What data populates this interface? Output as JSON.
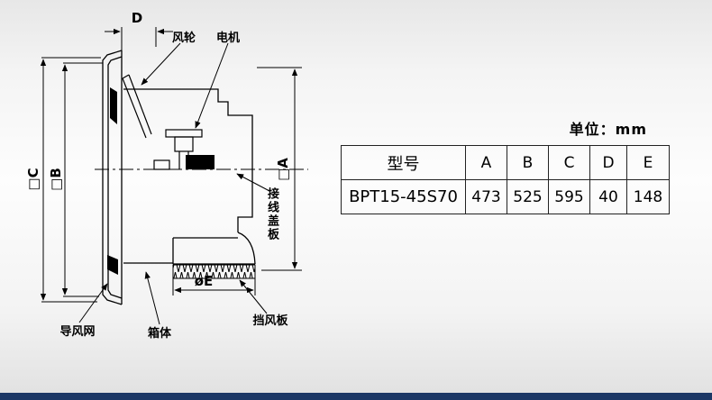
{
  "unit_label": "单位：mm",
  "diagram": {
    "dims": {
      "d": "D",
      "c": "□C",
      "b": "□B",
      "a": "□A",
      "e": "øE"
    },
    "labels": {
      "fan_wheel": "风轮",
      "motor": "电机",
      "terminal_cover": "接线盖板",
      "air_guide_net": "导风网",
      "cabinet": "箱体",
      "baffle": "挡风板"
    }
  },
  "table": {
    "headers": [
      "型号",
      "A",
      "B",
      "C",
      "D",
      "E"
    ],
    "row": [
      "BPT15-45S70",
      "473",
      "525",
      "595",
      "40",
      "148"
    ]
  },
  "colors": {
    "footer_bar": "#1c3866",
    "line": "#000000"
  }
}
